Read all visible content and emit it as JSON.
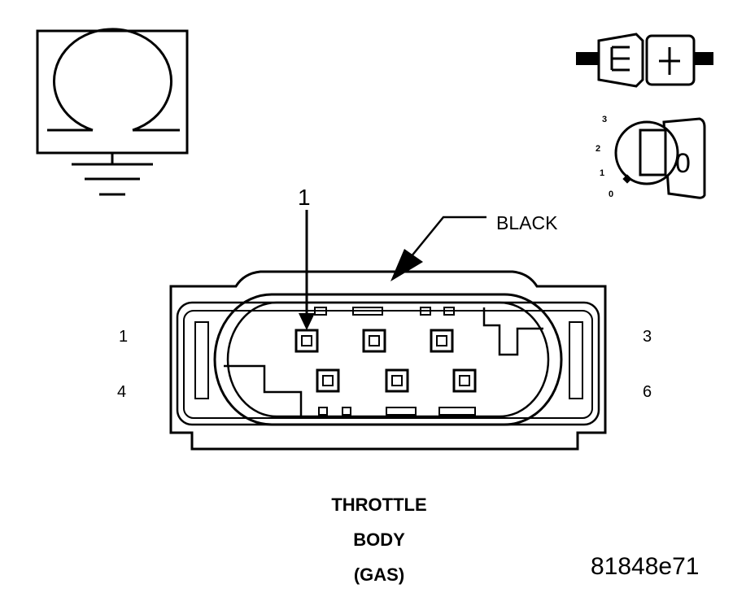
{
  "icons": {
    "ohmmeter": "ohmmeter-ground-icon",
    "connector": "disconnected-connector-icon",
    "ignition": "ignition-key-off-icon"
  },
  "ignition": {
    "positions": [
      "3",
      "2",
      "1",
      "0"
    ],
    "key_label": "0"
  },
  "connector": {
    "color_label": "BLACK",
    "callout_number": "1",
    "pin_labels": {
      "top_left": "1",
      "top_right": "3",
      "bottom_left": "4",
      "bottom_right": "6"
    },
    "caption": [
      "THROTTLE",
      "BODY",
      "(GAS)"
    ]
  },
  "figure_id": "81848e71"
}
